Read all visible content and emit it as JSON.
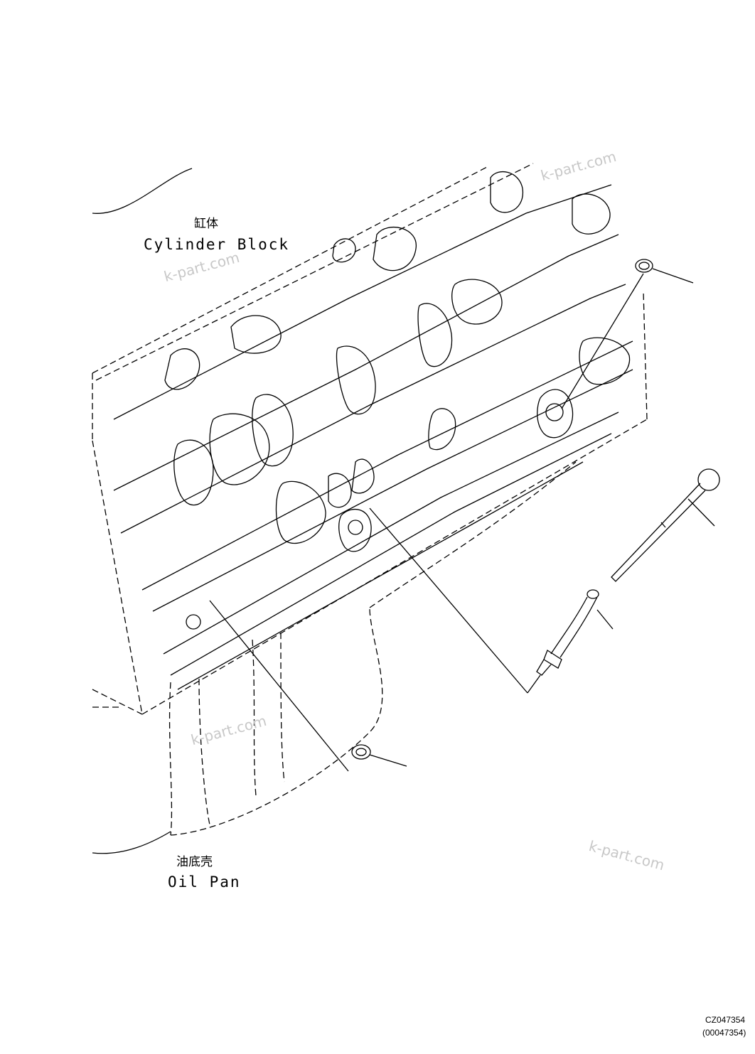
{
  "labels": {
    "cylinder_block_cn": "缸体",
    "cylinder_block_en": "Cylinder Block",
    "oil_pan_cn": "油底壳",
    "oil_pan_en": "Oil Pan"
  },
  "watermarks": [
    "k-part.com",
    "k-part.com",
    "k-part.com",
    "k-part.com"
  ],
  "drawing_code": {
    "primary": "CZ047354",
    "secondary": "(00047354)"
  }
}
